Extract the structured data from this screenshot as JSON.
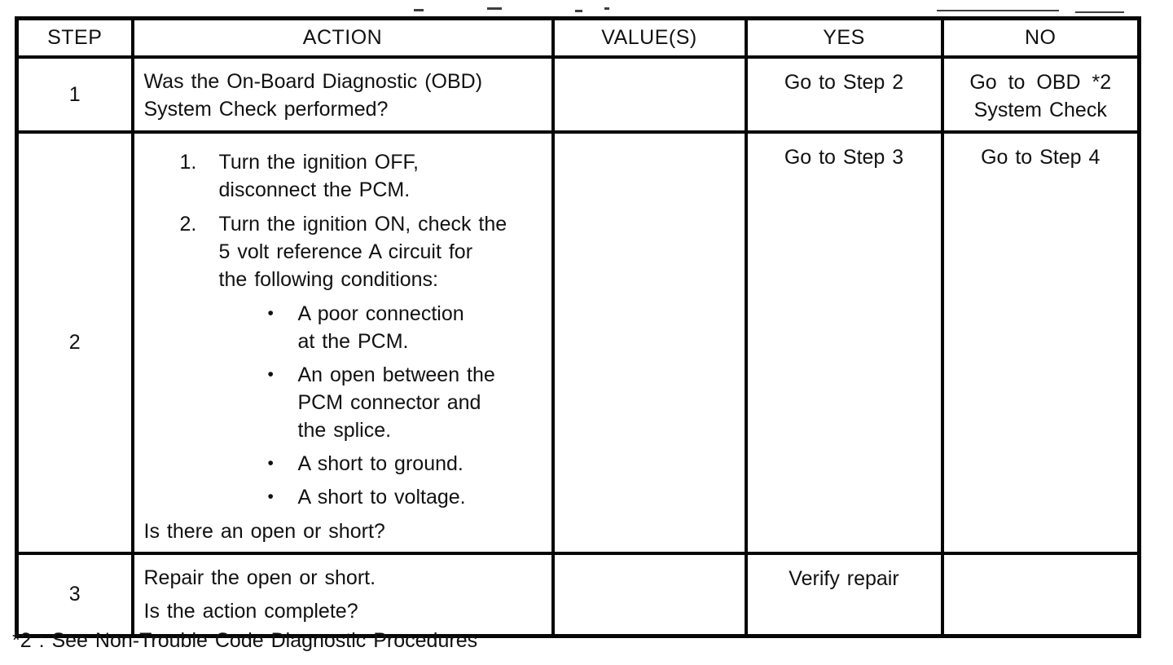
{
  "page": {
    "background": "#ffffff",
    "ink": "#111111",
    "border": "#060606"
  },
  "table": {
    "headers": {
      "step": "STEP",
      "action": "ACTION",
      "values": "VALUE(S)",
      "yes": "YES",
      "no": "NO"
    },
    "rows": [
      {
        "step": "1",
        "action_lines": [
          "Was the On-Board Diagnostic (OBD)",
          "System Check performed?"
        ],
        "value": "",
        "yes": "Go to Step 2",
        "no_lines": [
          "Go to OBD *2",
          "System Check"
        ]
      },
      {
        "step": "2",
        "numbered_items": [
          {
            "marker": "1.",
            "lines": [
              "Turn the ignition OFF,",
              "disconnect the PCM."
            ]
          },
          {
            "marker": "2.",
            "lines": [
              "Turn the ignition ON, check the",
              "5 volt reference A circuit for",
              "the following conditions:"
            ]
          }
        ],
        "bullet_char": "•",
        "bullets": [
          {
            "lines": [
              "A poor connection",
              "at the PCM."
            ]
          },
          {
            "lines": [
              "An open between the",
              "PCM connector and",
              "the splice."
            ]
          },
          {
            "lines": [
              "A short to ground."
            ]
          },
          {
            "lines": [
              "A short to voltage."
            ]
          }
        ],
        "question": "Is there an open or short?",
        "value": "",
        "yes": "Go to Step 3",
        "no": "Go to Step 4"
      },
      {
        "step": "3",
        "action_lines": [
          "Repair the open or short.",
          "Is the action complete?"
        ],
        "value": "",
        "yes": "Verify repair",
        "no": ""
      }
    ]
  },
  "footnote": "*2 : See Non-Trouble Code Diagnostic Procedures"
}
